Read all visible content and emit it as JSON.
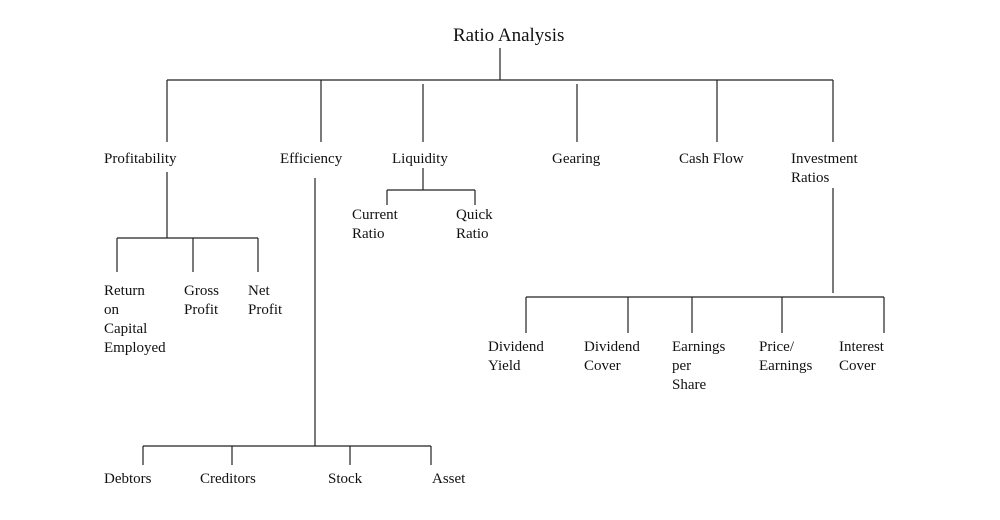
{
  "title": "Ratio Analysis",
  "categories": {
    "profitability": "Profitability",
    "efficiency": "Efficiency",
    "liquidity": "Liquidity",
    "gearing": "Gearing",
    "cash_flow": "Cash Flow",
    "investment": "Investment\nRatios"
  },
  "profitability_items": {
    "roce": "Return\non\nCapital\nEmployed",
    "gross": "Gross\nProfit",
    "net": "Net\nProfit"
  },
  "liquidity_items": {
    "current": "Current\nRatio",
    "quick": "Quick\nRatio"
  },
  "investment_items": {
    "dividend_yield": "Dividend\nYield",
    "dividend_cover": "Dividend\nCover",
    "eps": "Earnings\nper\nShare",
    "pe": "Price/\nEarnings",
    "interest_cover": "Interest\nCover"
  },
  "efficiency_items": {
    "debtors": "Debtors",
    "creditors": "Creditors",
    "stock": "Stock",
    "asset": "Asset"
  }
}
